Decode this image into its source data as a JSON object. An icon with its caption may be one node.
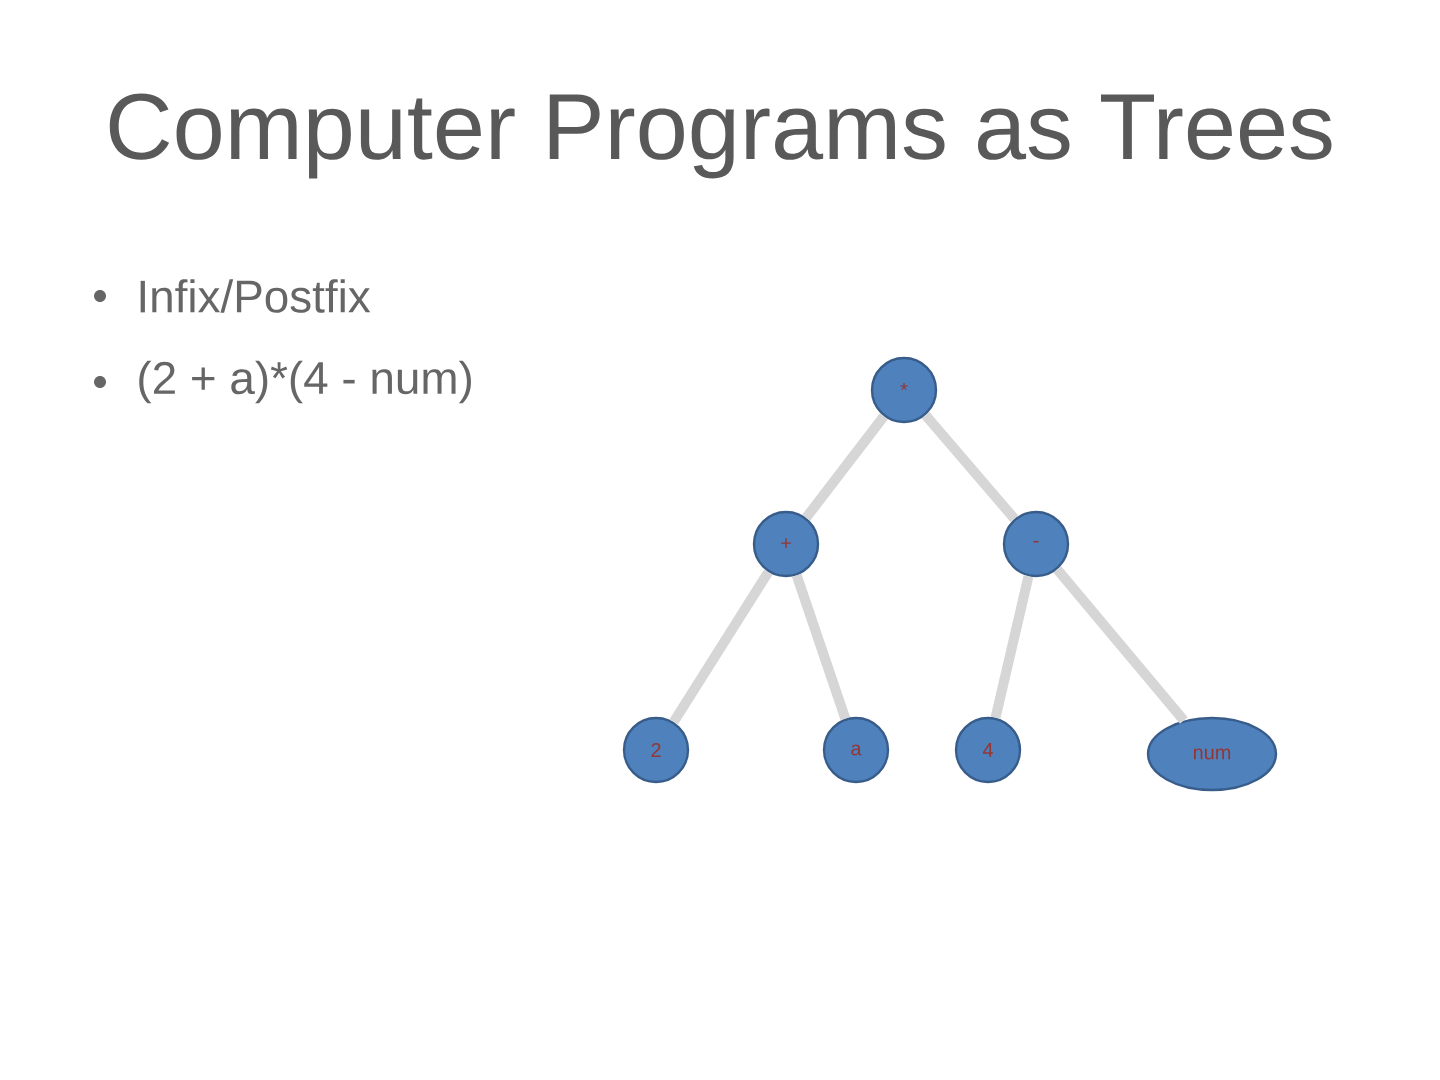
{
  "diagram": {
    "title": "Computer Programs as Trees",
    "nodes": [
      {
        "text": [
          "*"
        ]
      },
      {
        "text": [
          "+"
        ]
      },
      {
        "text": [
          "-"
        ]
      },
      {
        "text": [
          "2"
        ]
      },
      {
        "text": [
          "a"
        ]
      },
      {
        "text": [
          "4"
        ]
      },
      {
        "text": [
          "num"
        ]
      }
    ],
    "edges": [
      {
        "from": 0,
        "to": 1,
        "arrow": "none"
      },
      {
        "from": 0,
        "to": 2,
        "arrow": "none"
      },
      {
        "from": 1,
        "to": 3,
        "arrow": "none"
      },
      {
        "from": 1,
        "to": 4,
        "arrow": "none"
      },
      {
        "from": 2,
        "to": 5,
        "arrow": "none"
      },
      {
        "from": 2,
        "to": 6,
        "arrow": "none"
      }
    ],
    "labels": [
      "Infix/Postfix",
      "(2 + a)*(4 - num)"
    ]
  }
}
